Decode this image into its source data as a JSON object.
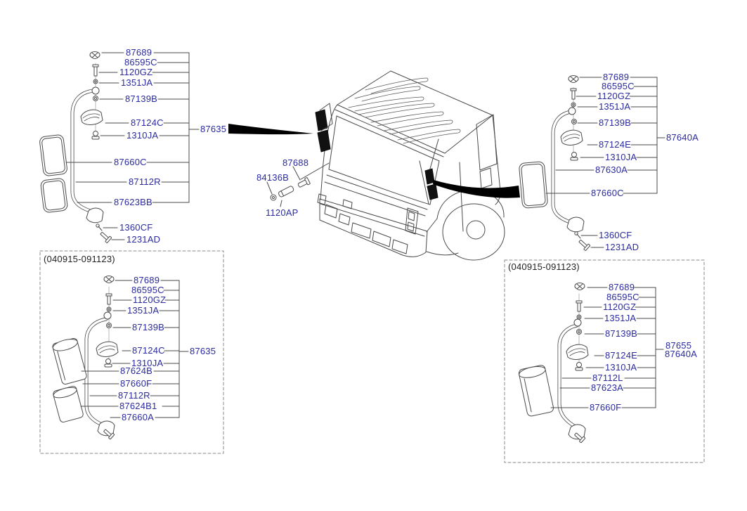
{
  "colors": {
    "label_text": "#2b2b9e",
    "diagram_line": "#4a4a4a",
    "arrow": "#000000",
    "box_border": "#8a8a8a",
    "background": "#ffffff"
  },
  "top_left_assembly": {
    "assembly_label": "87635",
    "parts": [
      "87689",
      "86595C",
      "1120GZ",
      "1351JA",
      "87139B",
      "87124C",
      "1310JA",
      "87660C",
      "87112R",
      "87623BB",
      "1360CF",
      "1231AD"
    ]
  },
  "center_callouts": {
    "parts": [
      "87688",
      "84136B",
      "1120AP"
    ]
  },
  "top_right_assembly": {
    "assembly_label": "87640A",
    "parts": [
      "87689",
      "86595C",
      "1120GZ",
      "1351JA",
      "87139B",
      "87124E",
      "1310JA",
      "87630A",
      "87660C",
      "1360CF",
      "1231AD"
    ]
  },
  "bottom_left_assembly": {
    "date_range": "(040915-091123)",
    "assembly_label": "87635",
    "parts": [
      "87689",
      "86595C",
      "1120GZ",
      "1351JA",
      "87139B",
      "87124C",
      "1310JA",
      "87624B",
      "87660F",
      "87112R",
      "87624B1",
      "87660A"
    ]
  },
  "bottom_right_assembly": {
    "date_range": "(040915-091123)",
    "assembly_labels": [
      "87655",
      "87640A"
    ],
    "parts": [
      "87689",
      "86595C",
      "1120GZ",
      "1351JA",
      "87139B",
      "87124E",
      "1310JA",
      "87112L",
      "87623A",
      "87660F"
    ]
  }
}
